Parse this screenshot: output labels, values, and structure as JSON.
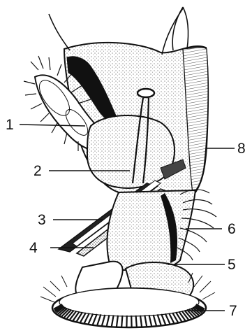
{
  "figure": {
    "labels": [
      "1",
      "2",
      "3",
      "4",
      "5",
      "6",
      "7",
      "8"
    ]
  },
  "colors": {
    "ink": "#111111",
    "stipple": "#8a8a8a",
    "paper": "#ffffff"
  }
}
